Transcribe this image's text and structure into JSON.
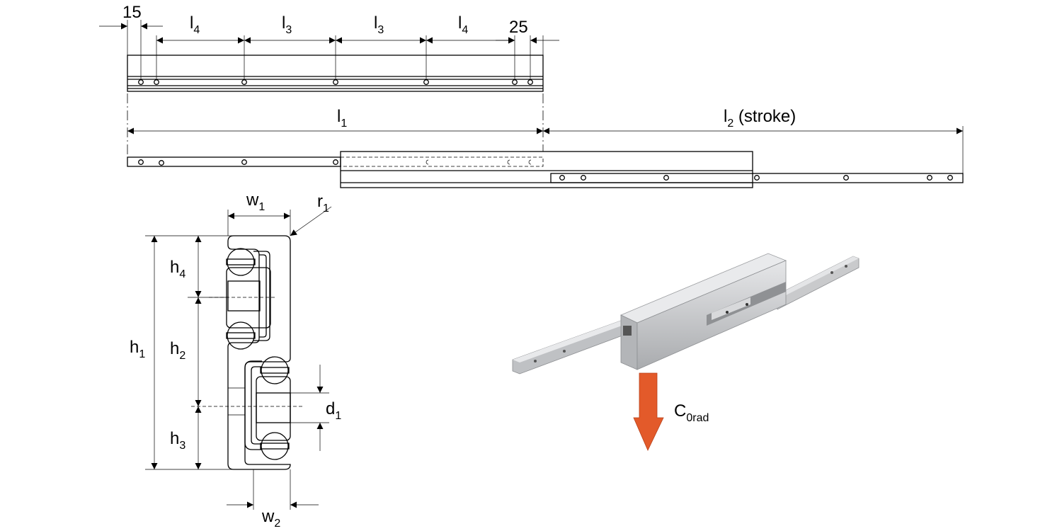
{
  "top_view": {
    "dim_15": "15",
    "dim_25": "25",
    "l4_left": {
      "base": "l",
      "sub": "4"
    },
    "l3_left": {
      "base": "l",
      "sub": "3"
    },
    "l3_right": {
      "base": "l",
      "sub": "3"
    },
    "l4_right": {
      "base": "l",
      "sub": "4"
    }
  },
  "stroke_view": {
    "l1": {
      "base": "l",
      "sub": "1"
    },
    "l2": {
      "base": "l",
      "sub": "2",
      "suffix": " (stroke)"
    }
  },
  "cross_section": {
    "w1": {
      "base": "w",
      "sub": "1"
    },
    "r1": {
      "base": "r",
      "sub": "1"
    },
    "h1": {
      "base": "h",
      "sub": "1"
    },
    "h2": {
      "base": "h",
      "sub": "2"
    },
    "h3": {
      "base": "h",
      "sub": "3"
    },
    "h4": {
      "base": "h",
      "sub": "4"
    },
    "d1": {
      "base": "d",
      "sub": "1"
    },
    "w2": {
      "base": "w",
      "sub": "2"
    }
  },
  "load": {
    "c0rad": {
      "base": "C",
      "sub": "0rad"
    },
    "arrow_color": "#e35a2a"
  }
}
